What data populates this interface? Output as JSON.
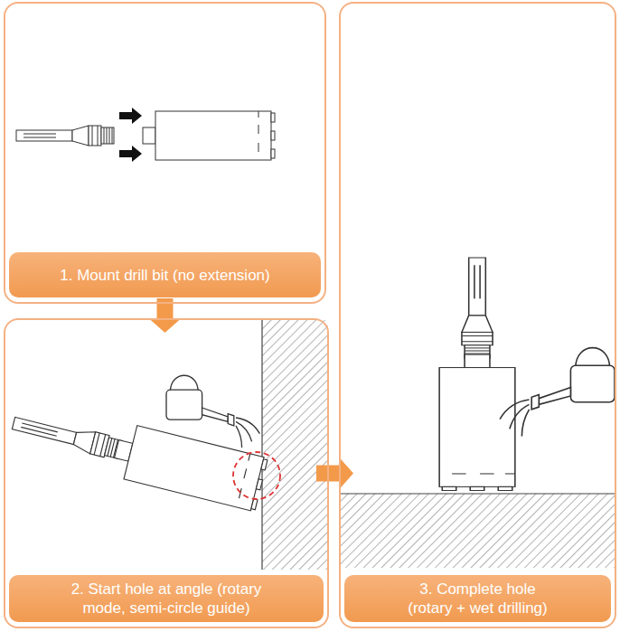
{
  "diagram": {
    "nodes": [
      {
        "text": [
          "1. Mount drill bit (no extension)"
        ]
      },
      {
        "text": [
          "2. Start hole at angle (rotary mode, semi-circle guide)"
        ]
      },
      {
        "text": [
          "3. Complete hole (rotary + wet drilling)"
        ]
      }
    ],
    "edges": [
      {
        "from": 0,
        "to": 1,
        "arrow": "to"
      },
      {
        "from": 1,
        "to": 2,
        "arrow": "to"
      }
    ]
  }
}
